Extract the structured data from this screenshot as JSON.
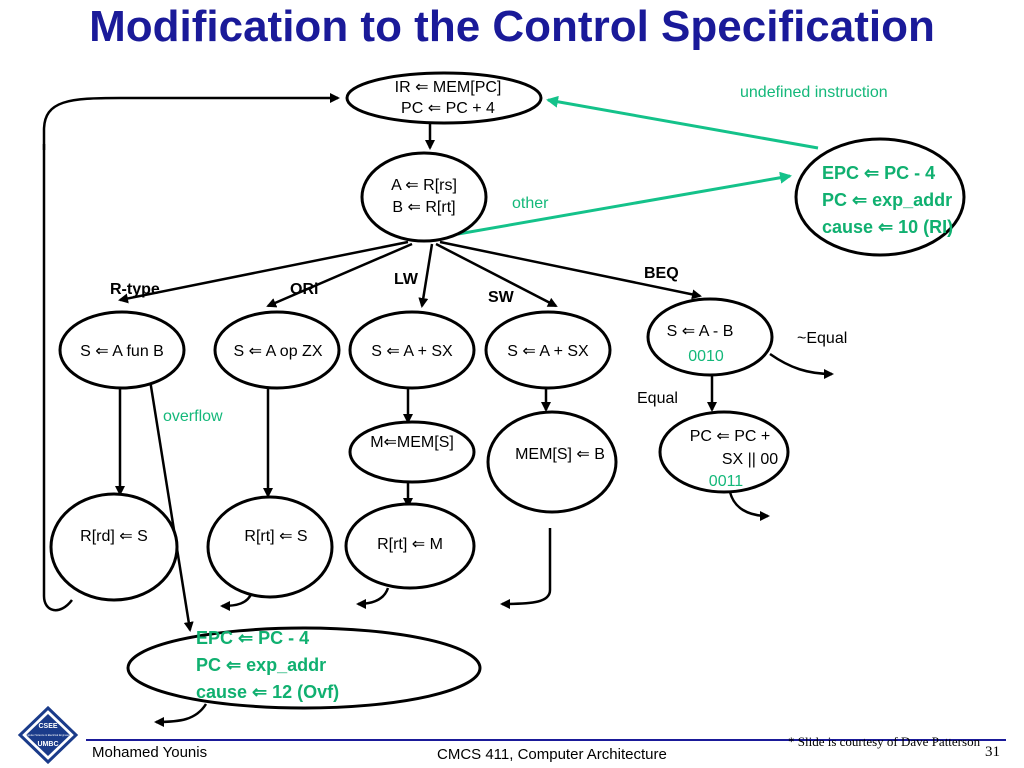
{
  "slide": {
    "title": "Modification to the Control Specification",
    "page_number": "31",
    "credit": "* Slide is courtesy of Dave Patterson"
  },
  "footer": {
    "author": "Mohamed Younis",
    "course": "CMCS 411, Computer Architecture"
  },
  "logo": {
    "text_top": "CSEE",
    "text_mid": "Computer Science & Electrical Engineering",
    "text_bottom": "UMBC"
  },
  "nodes": {
    "fetch": [
      "IR ⇐ MEM[PC]",
      "PC ⇐ PC + 4"
    ],
    "decode": [
      "A ⇐ R[rs]",
      "B ⇐ R[rt]"
    ],
    "rtype_exec": "S ⇐ A fun B",
    "ori_exec": "S ⇐ A op ZX",
    "lw_exec": "S ⇐ A + SX",
    "sw_exec": "S ⇐ A + SX",
    "beq_exec": "S ⇐ A - B",
    "beq_code": "0010",
    "lw_mem": "M⇐MEM[S]",
    "sw_mem": "MEM[S] ⇐ B",
    "beq_branch": [
      "PC ⇐ PC +",
      "SX || 00"
    ],
    "branch_code": "0011",
    "rtype_wb": "R[rd] ⇐ S",
    "ori_wb": "R[rt] ⇐ S",
    "lw_wb": "R[rt] ⇐ M",
    "ri_exception": [
      "EPC ⇐ PC - 4",
      "PC ⇐ exp_addr",
      "cause ⇐ 10 (RI)"
    ],
    "ovf_exception": [
      "EPC ⇐ PC - 4",
      "PC ⇐ exp_addr",
      "cause ⇐ 12 (Ovf)"
    ]
  },
  "edge_labels": {
    "rtype": "R-type",
    "ori": "ORi",
    "lw": "LW",
    "sw": "SW",
    "beq": "BEQ",
    "other": "other",
    "undefined": "undefined instruction",
    "not_equal": "~Equal",
    "equal": "Equal",
    "overflow": "overflow"
  },
  "colors": {
    "title": "#1a1a99",
    "exception": "#10b070",
    "exception_edge": "#14c28a"
  }
}
